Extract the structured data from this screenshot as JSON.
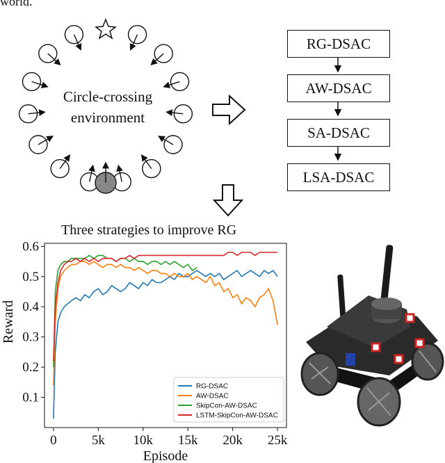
{
  "top_fragment": "world.",
  "environment": {
    "label_line1": "Circle-crossing",
    "label_line2": "environment",
    "goal_icon": "star-icon",
    "robot_icon": "filled-circle-icon",
    "agent_icon": "circle-arrow-icon"
  },
  "flow": {
    "boxes": [
      "RG-DSAC",
      "AW-DSAC",
      "SA-DSAC",
      "LSA-DSAC"
    ],
    "arrow_icon": "hollow-arrow-icon"
  },
  "chart_data": {
    "type": "line",
    "title": "Three strategies to improve RG",
    "xlabel": "Episode",
    "ylabel": "Reward",
    "xlim": [
      -1000,
      26000
    ],
    "ylim": [
      0.0,
      0.61
    ],
    "xticks": [
      0,
      5000,
      10000,
      15000,
      20000,
      25000
    ],
    "xtick_labels": [
      "0",
      "5k",
      "10k",
      "15k",
      "20k",
      "25k"
    ],
    "yticks": [
      0.1,
      0.2,
      0.3,
      0.4,
      0.5,
      0.6
    ],
    "ytick_labels": [
      "0.1",
      "0.2",
      "0.3",
      "0.4",
      "0.5",
      "0.6"
    ],
    "legend_position": "lower-right",
    "series": [
      {
        "name": "RG-DSAC",
        "color": "#1f77b4",
        "x": [
          0,
          200,
          500,
          800,
          1200,
          1600,
          2000,
          2500,
          3000,
          3500,
          4000,
          4500,
          5000,
          5500,
          6000,
          6500,
          7000,
          7500,
          8000,
          8500,
          9000,
          9500,
          10000,
          10500,
          11000,
          11500,
          12000,
          12500,
          13000,
          13500,
          14000,
          14500,
          15000,
          15500,
          16000,
          16500,
          17000,
          17500,
          18000,
          18500,
          19000,
          19500,
          20000,
          20500,
          21000,
          21500,
          22000,
          22500,
          23000,
          23500,
          24000,
          24500,
          25000
        ],
        "y": [
          0.03,
          0.25,
          0.35,
          0.38,
          0.4,
          0.41,
          0.42,
          0.43,
          0.42,
          0.44,
          0.43,
          0.45,
          0.46,
          0.44,
          0.45,
          0.47,
          0.46,
          0.45,
          0.46,
          0.48,
          0.47,
          0.46,
          0.48,
          0.47,
          0.49,
          0.48,
          0.48,
          0.49,
          0.5,
          0.49,
          0.51,
          0.5,
          0.5,
          0.51,
          0.52,
          0.51,
          0.5,
          0.51,
          0.5,
          0.51,
          0.49,
          0.5,
          0.51,
          0.52,
          0.5,
          0.51,
          0.52,
          0.51,
          0.5,
          0.52,
          0.51,
          0.52,
          0.5
        ]
      },
      {
        "name": "AW-DSAC",
        "color": "#ff7f0e",
        "x": [
          0,
          200,
          500,
          800,
          1200,
          1600,
          2000,
          2500,
          3000,
          3500,
          4000,
          4500,
          5000,
          5500,
          6000,
          6500,
          7000,
          7500,
          8000,
          8500,
          9000,
          9500,
          10000,
          10500,
          11000,
          11500,
          12000,
          12500,
          13000,
          13500,
          14000,
          14500,
          15000,
          15500,
          16000,
          16500,
          17000,
          17500,
          18000,
          18500,
          19000,
          19500,
          20000,
          20500,
          21000,
          21500,
          22000,
          22500,
          23000,
          23500,
          24000,
          24500,
          25000
        ],
        "y": [
          0.14,
          0.35,
          0.46,
          0.5,
          0.52,
          0.53,
          0.54,
          0.54,
          0.55,
          0.55,
          0.54,
          0.55,
          0.54,
          0.53,
          0.54,
          0.54,
          0.53,
          0.54,
          0.53,
          0.53,
          0.52,
          0.53,
          0.52,
          0.51,
          0.52,
          0.52,
          0.51,
          0.51,
          0.5,
          0.51,
          0.5,
          0.5,
          0.51,
          0.49,
          0.5,
          0.49,
          0.48,
          0.5,
          0.47,
          0.48,
          0.45,
          0.46,
          0.43,
          0.44,
          0.41,
          0.43,
          0.42,
          0.4,
          0.43,
          0.44,
          0.46,
          0.42,
          0.34
        ]
      },
      {
        "name": "SkipCon-AW-DSAC",
        "color": "#2ca02c",
        "x": [
          0,
          200,
          500,
          800,
          1200,
          1600,
          2000,
          2500,
          3000,
          3500,
          4000,
          4500,
          5000,
          5500,
          6000,
          6500,
          7000,
          7500,
          8000,
          8500,
          9000,
          9500,
          10000,
          10500,
          11000,
          11500,
          12000,
          12500,
          13000,
          13500,
          14000,
          14500,
          15000,
          15500,
          16000
        ],
        "y": [
          0.2,
          0.45,
          0.52,
          0.54,
          0.55,
          0.55,
          0.56,
          0.56,
          0.56,
          0.56,
          0.57,
          0.56,
          0.57,
          0.57,
          0.56,
          0.56,
          0.55,
          0.56,
          0.56,
          0.55,
          0.56,
          0.55,
          0.55,
          0.54,
          0.55,
          0.55,
          0.54,
          0.55,
          0.54,
          0.55,
          0.54,
          0.53,
          0.54,
          0.52,
          0.53
        ]
      },
      {
        "name": "LSTM-SkipCon-AW-DSAC",
        "color": "#d62728",
        "x": [
          0,
          200,
          500,
          800,
          1200,
          1600,
          2000,
          2500,
          3000,
          3500,
          4000,
          4500,
          5000,
          5500,
          6000,
          6500,
          7000,
          7500,
          8000,
          8500,
          9000,
          9500,
          10000,
          10500,
          11000,
          11500,
          12000,
          12500,
          13000,
          13500,
          14000,
          14500,
          15000,
          15500,
          16000,
          16500,
          17000,
          17500,
          18000,
          18500,
          19000,
          19500,
          20000,
          20500,
          21000,
          21500,
          22000,
          22500,
          23000,
          23500,
          24000,
          24500,
          25000
        ],
        "y": [
          0.22,
          0.4,
          0.48,
          0.52,
          0.54,
          0.55,
          0.55,
          0.56,
          0.55,
          0.56,
          0.55,
          0.56,
          0.55,
          0.56,
          0.56,
          0.56,
          0.55,
          0.56,
          0.56,
          0.57,
          0.56,
          0.57,
          0.57,
          0.57,
          0.57,
          0.57,
          0.57,
          0.57,
          0.57,
          0.57,
          0.57,
          0.57,
          0.57,
          0.57,
          0.57,
          0.57,
          0.57,
          0.57,
          0.57,
          0.57,
          0.57,
          0.58,
          0.58,
          0.57,
          0.58,
          0.58,
          0.58,
          0.57,
          0.58,
          0.58,
          0.58,
          0.58,
          0.58
        ]
      }
    ]
  }
}
